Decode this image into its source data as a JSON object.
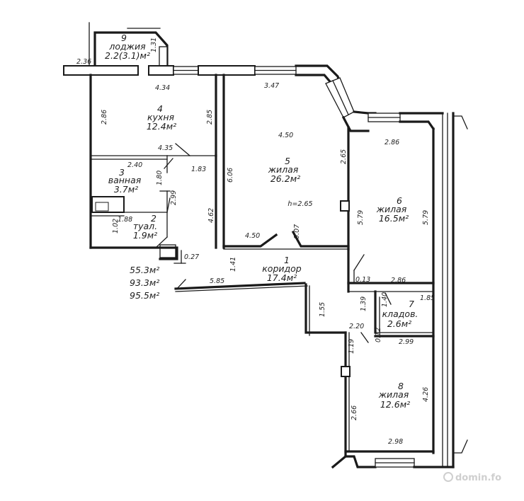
{
  "rooms": [
    {
      "num": "1",
      "name": "коридор",
      "area": "17.4м²"
    },
    {
      "num": "2",
      "name": "туал.",
      "area": "1.9м²"
    },
    {
      "num": "3",
      "name": "ванная",
      "area": "3.7м²"
    },
    {
      "num": "4",
      "name": "кухня",
      "area": "12.4м²"
    },
    {
      "num": "5",
      "name": "жилая",
      "area": "26.2м²"
    },
    {
      "num": "6",
      "name": "жилая",
      "area": "16.5м²"
    },
    {
      "num": "7",
      "name": "кладов.",
      "area": "2.6м²"
    },
    {
      "num": "8",
      "name": "жилая",
      "area": "12.6м²"
    },
    {
      "num": "9",
      "name": "лоджия",
      "area": "2.2(3.1)м²"
    }
  ],
  "ceiling_height": "h=2.65",
  "totals": [
    "55.3м²",
    "93.3м²",
    "95.5м²"
  ],
  "dimensions": {
    "d_2_36": "2.36",
    "d_1_31": "1.31",
    "d_4_34": "4.34",
    "d_3_47": "3.47",
    "d_2_86_kitchen": "2.86",
    "d_2_85": "2.85",
    "d_4_50_top": "4.50",
    "d_4_35": "4.35",
    "d_1_83": "1.83",
    "d_2_40": "2.40",
    "d_1_80": "1.80",
    "d_2_99_bath": "2.99",
    "d_1_88": "1.88",
    "d_1_02": "1.02",
    "d_0_27": "0.27",
    "d_6_06": "6.06",
    "d_4_62": "4.62",
    "d_4_50_bottom": "4.50",
    "d_0_07": "0.07",
    "d_2_65": "2.65",
    "d_5_79_left": "5.79",
    "d_5_79_right": "5.79",
    "d_2_86_room6": "2.86",
    "d_1_41": "1.41",
    "d_5_85": "5.85",
    "d_0_13": "0.13",
    "d_2_86_store": "2.86",
    "d_1_85": "1.85",
    "d_1_39": "1.39",
    "d_1_40": "1.40",
    "d_1_55": "1.55",
    "d_2_20": "2.20",
    "d_0_12": "0.12",
    "d_2_99_store": "2.99",
    "d_1_19": "1.19",
    "d_4_26": "4.26",
    "d_2_66": "2.66",
    "d_2_98": "2.98"
  },
  "watermark": "domin.fo"
}
